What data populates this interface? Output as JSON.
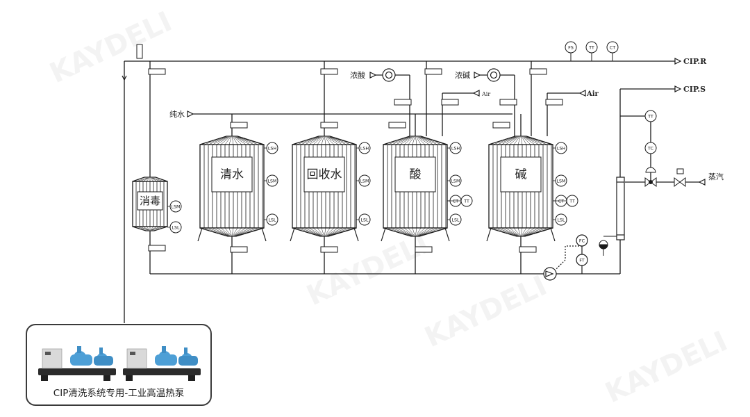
{
  "diagram": {
    "lines": {
      "return": "CIP.R",
      "supply": "CIP.S",
      "pure_water": "纯水",
      "steam": "蒸汽",
      "air_1": "Air",
      "air_2": "Air",
      "conc_acid": "浓酸",
      "conc_alkali": "浓碱"
    },
    "tanks": [
      {
        "label": "消毒",
        "sensors": [
          "LSM",
          "LSL"
        ]
      },
      {
        "label": "清水",
        "sensors": [
          "LSH",
          "LSM",
          "LSL"
        ]
      },
      {
        "label": "回收水",
        "sensors": [
          "LSH",
          "LSM",
          "LSL"
        ]
      },
      {
        "label": "酸",
        "sensors": [
          "LSH",
          "LSM",
          "CT",
          "TT",
          "LSL"
        ]
      },
      {
        "label": "碱",
        "sensors": [
          "LSH",
          "LSM",
          "CT",
          "TT",
          "LSL"
        ]
      }
    ],
    "instruments": {
      "return_line": [
        "FS",
        "TT",
        "CT"
      ],
      "supply_tt": "TT",
      "supply_tc": "TC",
      "pump_fc": "FC",
      "pump_ft": "FT"
    },
    "watermark": "KAYDELI"
  },
  "caption": {
    "text": "CIP清洗系统专用-工业高温热泵"
  },
  "colors": {
    "line": "#1a1a1a",
    "watermark": "#e8e8e8",
    "unit_body": "#2b2b2b",
    "unit_compressor": "#4d9fd6",
    "unit_cabinet": "#d9d9d9"
  }
}
